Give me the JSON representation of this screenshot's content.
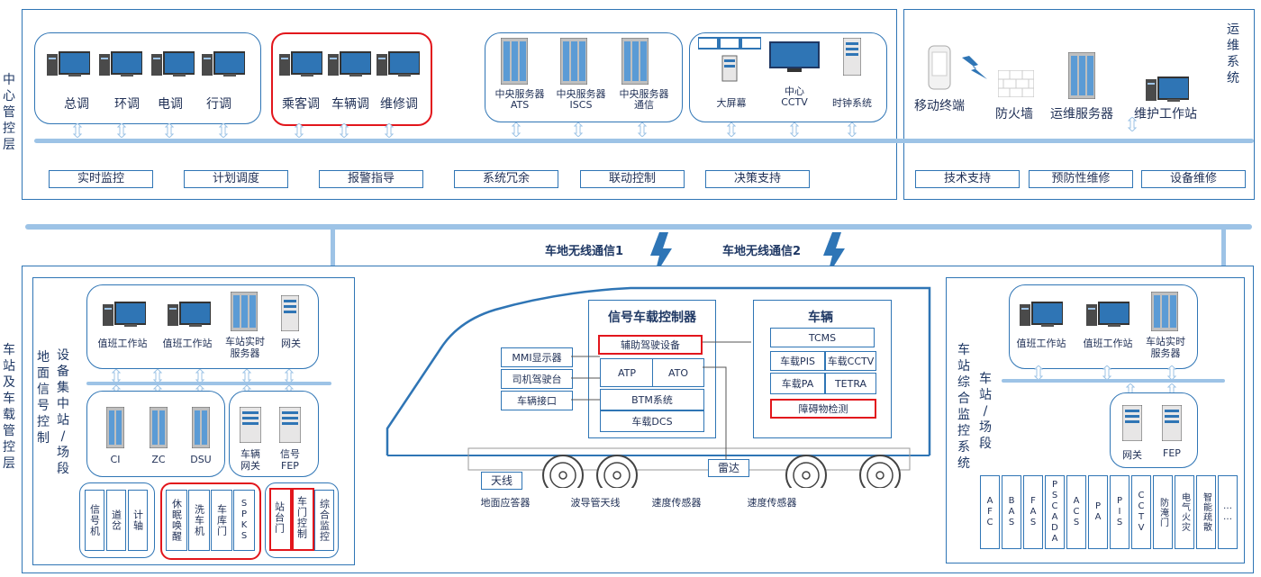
{
  "center": {
    "side_label": "中心管控层",
    "ops_label": "运维系统",
    "dispatch": [
      "总调",
      "环调",
      "电调",
      "行调"
    ],
    "dispatch_red": [
      "乘客调",
      "车辆调",
      "维修调"
    ],
    "servers": [
      "中央服务器\nATS",
      "中央服务器\nISCS",
      "中央服务器\n通信"
    ],
    "display": [
      "大屏幕",
      "中心\nCCTV",
      "时钟系统"
    ],
    "ops_items": [
      "移动终端",
      "防火墙",
      "运维服务器",
      "维护工作站"
    ],
    "functions": [
      "实时监控",
      "计划调度",
      "报警指导",
      "系统冗余",
      "联动控制",
      "决策支持"
    ],
    "ops_functions": [
      "技术支持",
      "预防性维修",
      "设备维修"
    ]
  },
  "wireless": [
    "车地无线通信1",
    "车地无线通信2"
  ],
  "station": {
    "side_label": "车站及车载管控层",
    "ground_label": "地面信号控制",
    "concentrator_label": "设备集中站/场段",
    "top_items": [
      "值班工作站",
      "值班工作站",
      "车站实时\n服务器",
      "网关"
    ],
    "mid_items": [
      "CI",
      "ZC",
      "DSU"
    ],
    "mid_right": [
      "车辆\n网关",
      "信号\nFEP"
    ],
    "bottom_a": [
      "信号机",
      "道岔",
      "计轴"
    ],
    "bottom_red": [
      "休眠唤醒",
      "洗车机",
      "车库门",
      "SPKS"
    ],
    "bottom_red2": [
      "站台门",
      "车门控制"
    ],
    "bottom_last": "综合监控"
  },
  "train": {
    "controller_title": "信号车载控制器",
    "assist": "辅助驾驶设备",
    "atp": "ATP",
    "ato": "ATO",
    "btm": "BTM系统",
    "dcs": "车载DCS",
    "left_items": [
      "MMI显示器",
      "司机驾驶台",
      "车辆接口"
    ],
    "vehicle_title": "车辆",
    "tcms": "TCMS",
    "vehicle_items": [
      "车载PIS",
      "车载CCTV",
      "车载PA",
      "TETRA"
    ],
    "obstacle": "障碍物检测",
    "antenna": "天线",
    "radar": "雷达",
    "bottom_labels": [
      "地面应答器",
      "波导管天线",
      "速度传感器",
      "速度传感器"
    ]
  },
  "right_station": {
    "side_label": "车站综合监控系统",
    "sub_label": "车站/场段",
    "top_items": [
      "值班工作站",
      "值班工作站",
      "车站实时\n服务器"
    ],
    "mid_items": [
      "网关",
      "FEP"
    ],
    "bottom_items": [
      "AFC",
      "BAS",
      "FAS",
      "PSCADA",
      "ACS",
      "PA",
      "PIS",
      "CCTV",
      "防淹门",
      "电气火灾",
      "智能疏散",
      "……"
    ]
  },
  "colors": {
    "line": "#2f75b5",
    "bus": "#9dc3e6",
    "red": "#e2161c",
    "text": "#1f2f55"
  }
}
